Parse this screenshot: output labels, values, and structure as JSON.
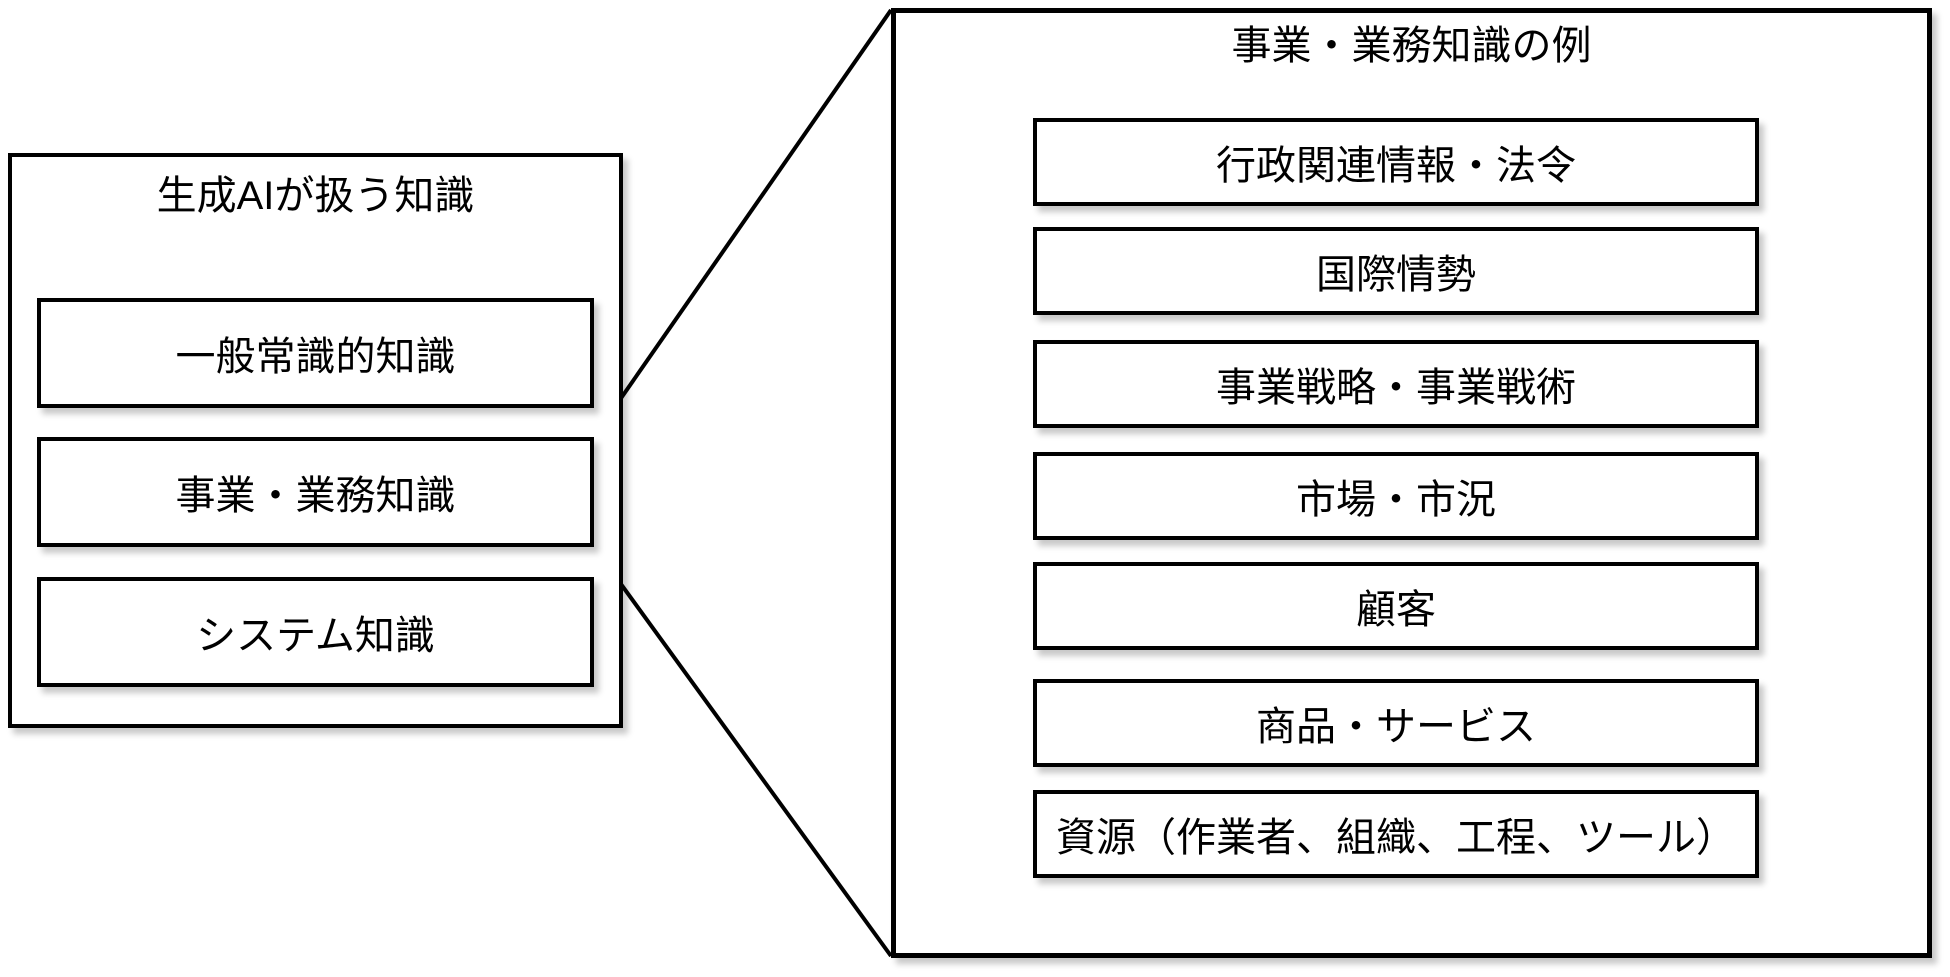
{
  "left_panel": {
    "title": "生成AIが扱う知識",
    "items": [
      "一般常識的知識",
      "事業・業務知識",
      "システム知識"
    ]
  },
  "right_panel": {
    "title": "事業・業務知識の例",
    "items": [
      "行政関連情報・法令",
      "国際情勢",
      "事業戦略・事業戦術",
      "市場・市況",
      "顧客",
      "商品・サービス",
      "資源（作業者、組織、工程、ツール）"
    ]
  },
  "colors": {
    "border": "#000000",
    "background": "#ffffff",
    "text": "#000000"
  }
}
